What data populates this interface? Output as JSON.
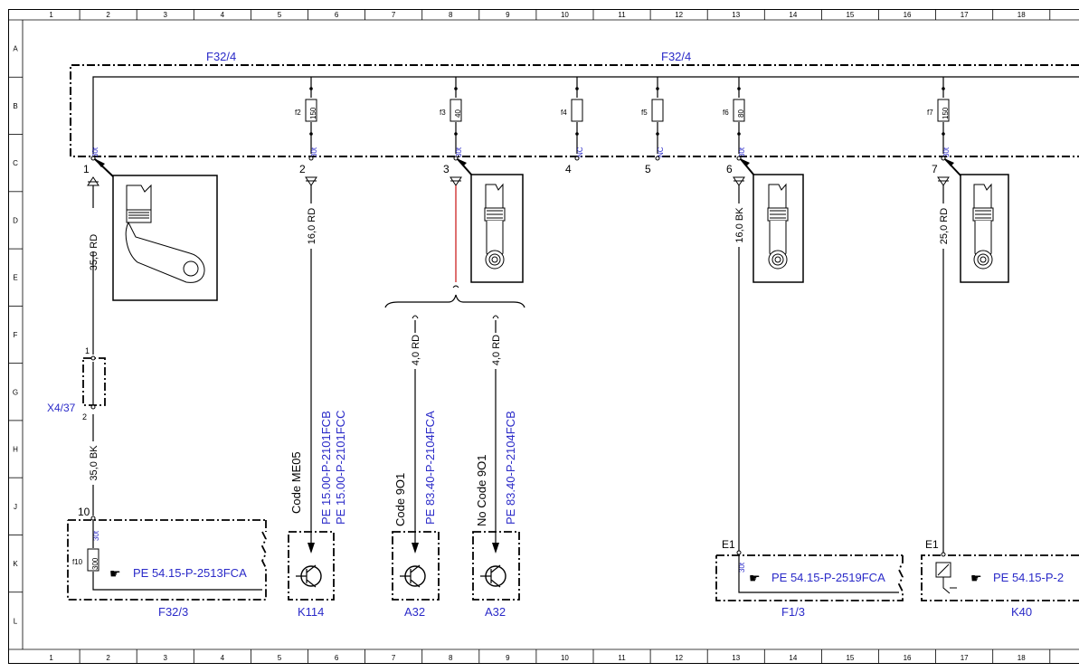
{
  "grid": {
    "columns": [
      "1",
      "2",
      "3",
      "4",
      "5",
      "6",
      "7",
      "8",
      "9",
      "10",
      "11",
      "12",
      "13",
      "14",
      "15",
      "16",
      "17",
      "18"
    ],
    "rows": [
      "A",
      "B",
      "C",
      "D",
      "E",
      "F",
      "G",
      "H",
      "J",
      "K",
      "L"
    ]
  },
  "fuse_box": {
    "label_left": "F32/4",
    "label_right": "F32/4"
  },
  "fuses": [
    {
      "name": "f2",
      "rating": "150",
      "terminal": "30t"
    },
    {
      "name": "f3",
      "rating": "40",
      "terminal": "30t"
    },
    {
      "name": "f4",
      "rating": "",
      "terminal": "NC"
    },
    {
      "name": "f5",
      "rating": "",
      "terminal": "NC"
    },
    {
      "name": "f6",
      "rating": "80",
      "terminal": "30t"
    },
    {
      "name": "f7",
      "rating": "150",
      "terminal": "30t"
    }
  ],
  "pins": [
    "1",
    "2",
    "3",
    "4",
    "5",
    "6",
    "7"
  ],
  "first_terminal": "30t",
  "wires": {
    "w1_top": "35,0 RD",
    "w1_bottom": "35,0 BK",
    "w2": "16,0 RD",
    "w3a": "4,0 RD",
    "w3b": "4,0 RD",
    "w6": "16,0 BK",
    "w7": "25,0 RD"
  },
  "connector": {
    "label": "X4/37",
    "pin_top": "1",
    "pin_bottom": "2"
  },
  "f32_3": {
    "pin": "10",
    "terminal": "30t",
    "fuse": "f10",
    "rating": "300",
    "ref": "PE 54.15-P-2513FCA",
    "label": "F32/3"
  },
  "components": {
    "k114": {
      "code": "Code ME05",
      "ref1": "PE 15.00-P-2101FCB",
      "ref2": "PE 15.00-P-2101FCC",
      "label": "K114"
    },
    "a32_1": {
      "code": "Code 9O1",
      "ref": "PE 83.40-P-2104FCA",
      "label": "A32"
    },
    "a32_2": {
      "code": "No Code 9O1",
      "ref": "PE 83.40-P-2104FCB",
      "label": "A32"
    },
    "f1_3": {
      "pin": "E1",
      "terminal": "30t",
      "ref": "PE 54.15-P-2519FCA",
      "label": "F1/3"
    },
    "k40": {
      "pin": "E1",
      "ref": "PE 54.15-P-2",
      "label": "K40"
    }
  },
  "ref_icon": "pointing-hand-icon"
}
